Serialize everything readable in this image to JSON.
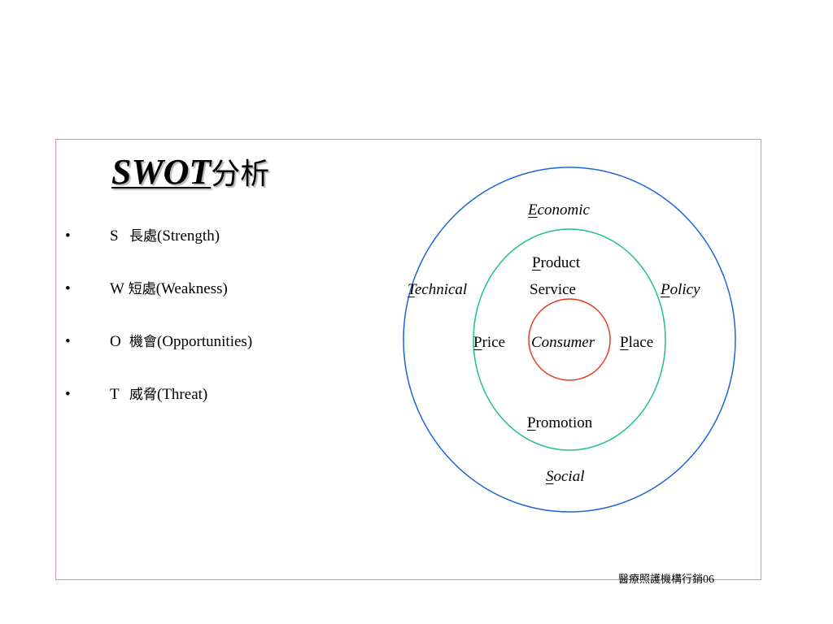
{
  "title": {
    "en": "SWOT",
    "zh": "分析"
  },
  "bullets": [
    {
      "marker": "•",
      "letter": "S",
      "zh": "長處",
      "en": "(Strength)"
    },
    {
      "marker": "•",
      "letter": "W",
      "zh": "短處",
      "en": "(Weakness)"
    },
    {
      "marker": "•",
      "letter": "O",
      "zh": "機會",
      "en": "(Opportunities)"
    },
    {
      "marker": "•",
      "letter": "T",
      "zh": "威脅",
      "en": "(Threat)"
    }
  ],
  "diagram": {
    "outer_ring_color": "#1a66d6",
    "middle_ring_color": "#1fbf8f",
    "inner_ring_color": "#e0401e",
    "labels": {
      "economic": {
        "first": "E",
        "rest": "conomic"
      },
      "technical": {
        "first": "T",
        "rest": "echnical"
      },
      "policy": {
        "first": "P",
        "rest": "olicy"
      },
      "social": {
        "first": "S",
        "rest": "ocial"
      },
      "product": {
        "first": "P",
        "rest": "roduct"
      },
      "service": "Service",
      "price": {
        "first": "P",
        "rest": "rice"
      },
      "place": {
        "first": "P",
        "rest": "lace"
      },
      "promotion": {
        "first": "P",
        "rest": "romotion"
      },
      "consumer": "Consumer"
    }
  },
  "footer": {
    "zh": "醫療照護機構行銷",
    "num": "06"
  },
  "colors": {
    "frame": "#e58bb0",
    "title_shadow": "#b8b8b8"
  }
}
